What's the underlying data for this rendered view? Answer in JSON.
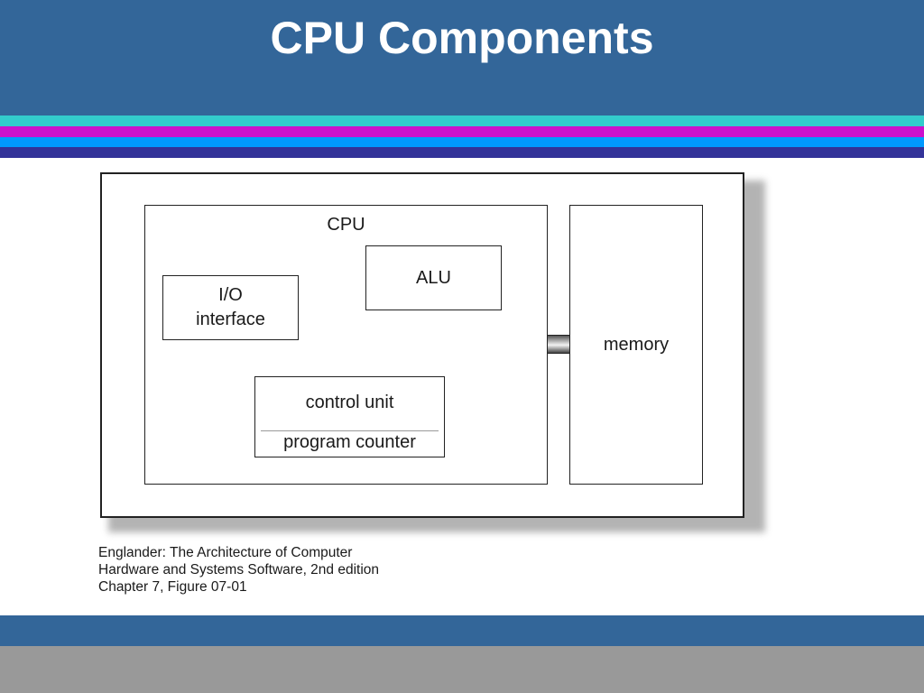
{
  "slide": {
    "title": "CPU Components"
  },
  "colors": {
    "header": "#336699",
    "stripes": [
      "#33cccc",
      "#cc11cc",
      "#0099ff",
      "#333399"
    ],
    "footer": "#336699",
    "footer_gray": "#999999"
  },
  "diagram": {
    "cpu_label": "CPU",
    "alu_label": "ALU",
    "io_label": "I/O\ninterface",
    "control_unit_label": "control unit",
    "program_counter_label": "program counter",
    "memory_label": "memory"
  },
  "caption": {
    "line1": "Englander: The Architecture of Computer",
    "line2": "Hardware and Systems Software, 2nd edition",
    "line3": "Chapter 7, Figure 07-01"
  }
}
